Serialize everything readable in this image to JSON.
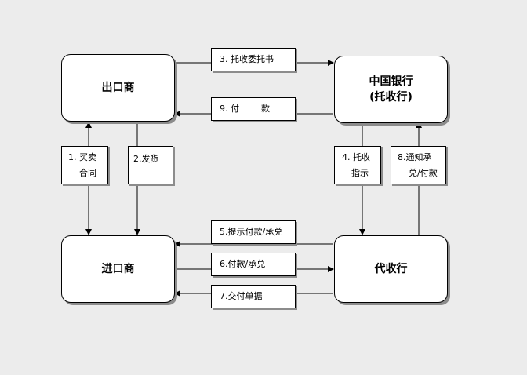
{
  "parties": {
    "exporter": "出口商",
    "importer": "进口商",
    "remitting_bank_line1": "中国银行",
    "remitting_bank_line2": "(托收行)",
    "collecting_bank": "代收行"
  },
  "steps": {
    "s1_line1": "1. 买卖",
    "s1_line2": "合同",
    "s2": "2.发货",
    "s3": "3. 托收委托书",
    "s4_line1": "4. 托收",
    "s4_line2": "指示",
    "s5": "5.提示付款/承兑",
    "s6": "6.付款/承兑",
    "s7": "7.交付单据",
    "s8_line1": "8.通知承",
    "s8_line2": "兑/付款",
    "s9": "9. 付        款"
  },
  "colors": {
    "background": "#ececec",
    "box_fill": "#ffffff",
    "line": "#000000",
    "shadow": "#8c8c8c"
  }
}
